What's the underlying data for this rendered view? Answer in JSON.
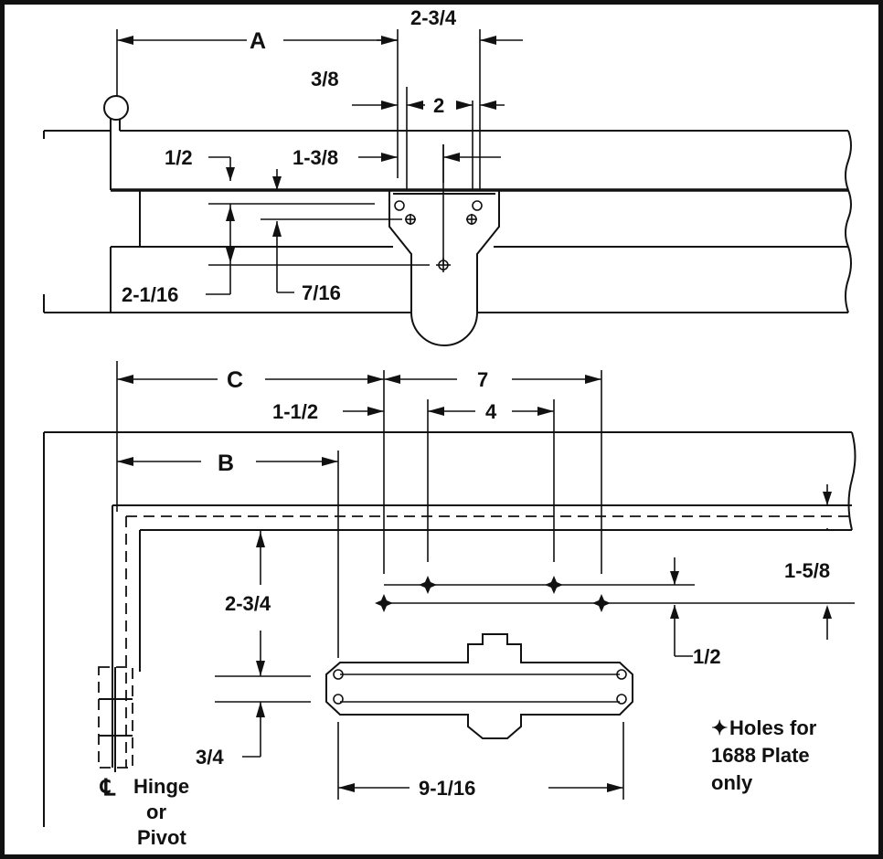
{
  "dimensions": {
    "A": "A",
    "B": "B",
    "C": "C",
    "d_2_3_4_top": "2-3/4",
    "d_3_8": "3/8",
    "d_2": "2",
    "d_1_2_top": "1/2",
    "d_1_3_8": "1-3/8",
    "d_2_1_16": "2-1/16",
    "d_7_16": "7/16",
    "d_7": "7",
    "d_1_1_2": "1-1/2",
    "d_4": "4",
    "d_1_5_8": "1-5/8",
    "d_2_3_4_side": "2-3/4",
    "d_1_2_bottom": "1/2",
    "d_3_4": "3/4",
    "d_9_1_16": "9-1/16"
  },
  "centerline": {
    "symbol": "℄",
    "label_line1": "Hinge",
    "label_line2": "or",
    "label_line3": "Pivot"
  },
  "note": {
    "symbol": "✦",
    "line1": "Holes for",
    "line2": "1688 Plate",
    "line3": "only"
  },
  "colors": {
    "ink": "#111111",
    "paper": "#ffffff"
  }
}
